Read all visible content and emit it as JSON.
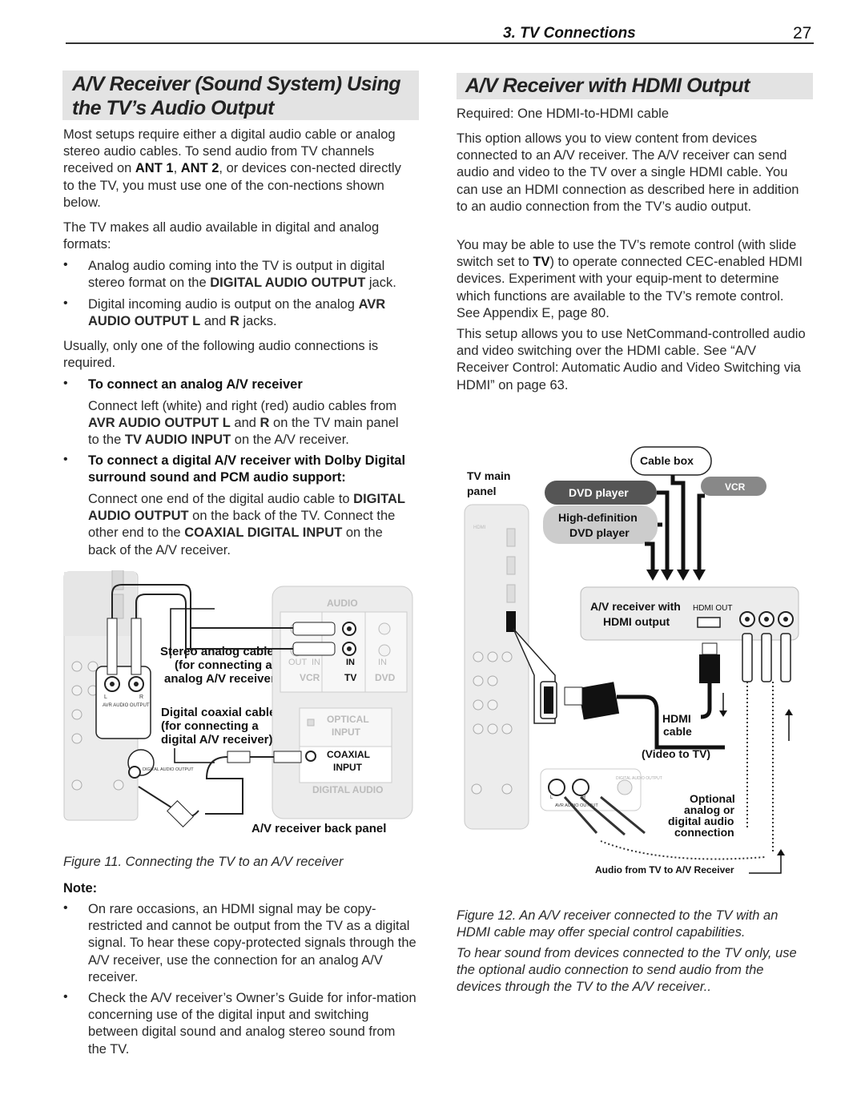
{
  "header": {
    "section": "3. TV Connections",
    "page": "27"
  },
  "left": {
    "title_line1": "A/V Receiver (Sound System) Using",
    "title_line2": "the TV’s Audio Output",
    "p1_html": "Most setups require either a digital audio cable or analog stereo audio cables.  To send audio from TV channels received on <b>ANT 1</b>, <b>ANT 2</b>, or devices con-nected directly to the TV, you must use one of the con-nections shown below.",
    "p2": "The TV makes all audio available in digital and analog formats:",
    "b1_html": "Analog audio coming into the TV is output in digital stereo format on the <b>DIGITAL AUDIO OUTPUT</b> jack.",
    "b2_html": "Digital incoming audio is output on the analog <b>AVR AUDIO OUTPUT L</b> and <b>R</b> jacks.",
    "p3": "Usually, only one of the following audio connections is required.",
    "b3_head": "To connect an analog A/V receiver",
    "b3_body_html": "Connect left (white) and right (red) audio cables from <b>AVR AUDIO OUTPUT L</b> and <b>R</b> on the TV main panel to the <b>TV AUDIO INPUT</b> on the A/V receiver.",
    "b4_head": "To connect a digital A/V receiver with Dolby Digital surround sound and PCM audio support:",
    "b4_body_html": "Connect one end of the digital audio cable to <b>DIGITAL AUDIO OUTPUT</b> on the back of the TV.  Connect the other end to the <b>COAXIAL DIGITAL INPUT</b> on the back of the A/V receiver.",
    "fig11": {
      "stereo_line1": "Stereo analog cables",
      "stereo_line2": "(for connecting an",
      "stereo_line3": "analog A/V receiver)",
      "coax_line1": "Digital coaxial cable",
      "coax_line2": "(for connecting a",
      "coax_line3": "digital A/V receiver)",
      "audio": "AUDIO",
      "out": "OUT",
      "in": "IN",
      "vcr": "VCR",
      "tv": "TV",
      "dvd": "DVD",
      "optical": "OPTICAL",
      "input": "INPUT",
      "coaxial": "COAXIAL",
      "digital_audio": "DIGITAL AUDIO",
      "avr_audio_output": "AVR AUDIO OUTPUT",
      "digital_audio_output": "DIGITAL AUDIO OUTPUT",
      "l": "L",
      "r": "R",
      "receiver_back_panel": "A/V receiver back panel"
    },
    "fig11_caption": "Figure 11.  Connecting the TV to an A/V receiver",
    "note_head": "Note:",
    "n1": "On rare occasions, an HDMI signal may be copy-restricted and cannot be output from the TV as a digital signal.  To hear these copy-protected signals through the A/V receiver, use the connection for an analog A/V receiver.",
    "n2": "Check the A/V receiver’s Owner’s Guide for infor-mation concerning use of the digital input and switching between digital sound and analog stereo sound from the TV."
  },
  "right": {
    "title": "A/V Receiver with HDMI Output",
    "required": "Required:  One HDMI-to-HDMI cable",
    "p1": "This option allows you to view content from devices connected to an A/V receiver.  The A/V receiver can send audio and video to the TV over a single HDMI cable.  You can use an HDMI connection as described here in addition to an audio connection from the TV’s audio output.",
    "p2_html": "You may be able to use the TV’s remote control (with slide switch set to <b>TV</b>) to operate connected CEC-enabled HDMI devices.  Experiment with your equip-ment to determine which functions are available to the TV’s remote control.  See Appendix E, page 80.",
    "p3": "This setup allows you to use NetCommand-controlled audio and video switching over the HDMI cable.  See “A/V Receiver Control:  Automatic Audio and Video Switching via HDMI” on page 63.",
    "fig12": {
      "tv_main_line1": "TV main",
      "tv_main_line2": "panel",
      "cable_box": "Cable box",
      "dvd_player": "DVD player",
      "vcr": "VCR",
      "hd_line1": "High-definition",
      "hd_line2": "DVD player",
      "avr_line1": "A/V receiver with",
      "avr_line2": "HDMI output",
      "hdmi_out": "HDMI OUT",
      "hdmi": "HDMI",
      "cable": "cable",
      "video_to_tv": "(Video to TV)",
      "opt_line1": "Optional",
      "opt_line2": "analog or",
      "opt_line3": "digital audio",
      "opt_line4": "connection",
      "audio_from_tv": "Audio from TV to A/V Receiver",
      "hdmi_small": "HDMI",
      "avr_audio_output": "AVR AUDIO OUTPUT",
      "digital_audio_output": "DIGITAL AUDIO OUTPUT",
      "l": "L",
      "r": "R"
    },
    "fig12_caption": "Figure 12.  An A/V receiver connected to the TV with an HDMI cable may offer special control capabilities.",
    "closing": "To hear sound from devices connected to the TV only, use the optional audio connection to send audio from the devices through the TV to the A/V receiver.."
  }
}
